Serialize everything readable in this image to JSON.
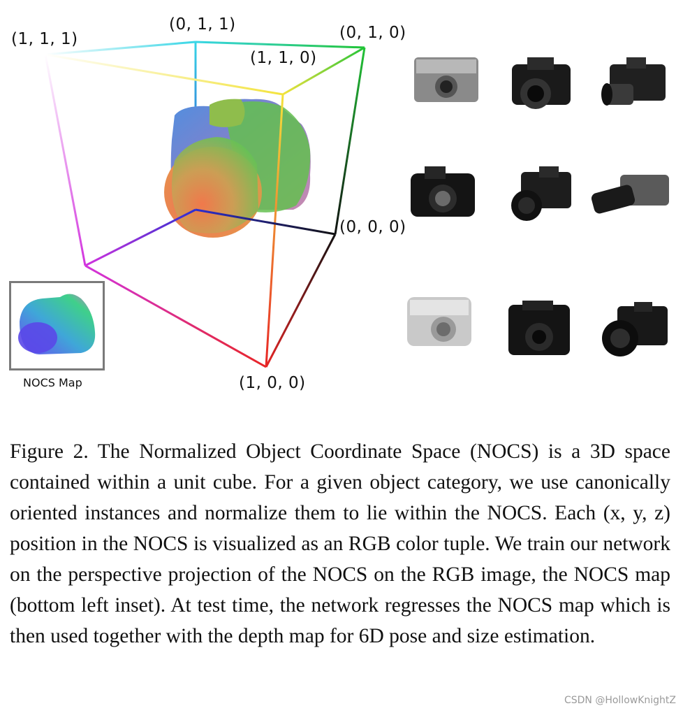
{
  "figure": {
    "cube_labels": {
      "v111": "(1, 1, 1)",
      "v011": "(0, 1, 1)",
      "v010": "(0, 1, 0)",
      "v110": "(1, 1, 0)",
      "v000": "(0, 0, 0)",
      "v100": "(1, 0, 0)"
    },
    "inset_label": "NOCS Map",
    "instances_grid": {
      "rows": 3,
      "cols": 3,
      "subject": "camera"
    }
  },
  "caption": {
    "text": "Figure 2. The Normalized Object Coordinate Space (NOCS) is a 3D space contained within a unit cube. For a given object category, we use canonically oriented instances and normalize them to lie within the NOCS. Each (x, y, z) position in the NOCS is visualized as an RGB color tuple. We train our network on the perspective projection of the NOCS on the RGB image, the NOCS map (bottom left inset). At test time, the network regresses the NOCS map which is then used together with the depth map for 6D pose and size estimation."
  },
  "watermark": "CSDN @HollowKnightZ"
}
